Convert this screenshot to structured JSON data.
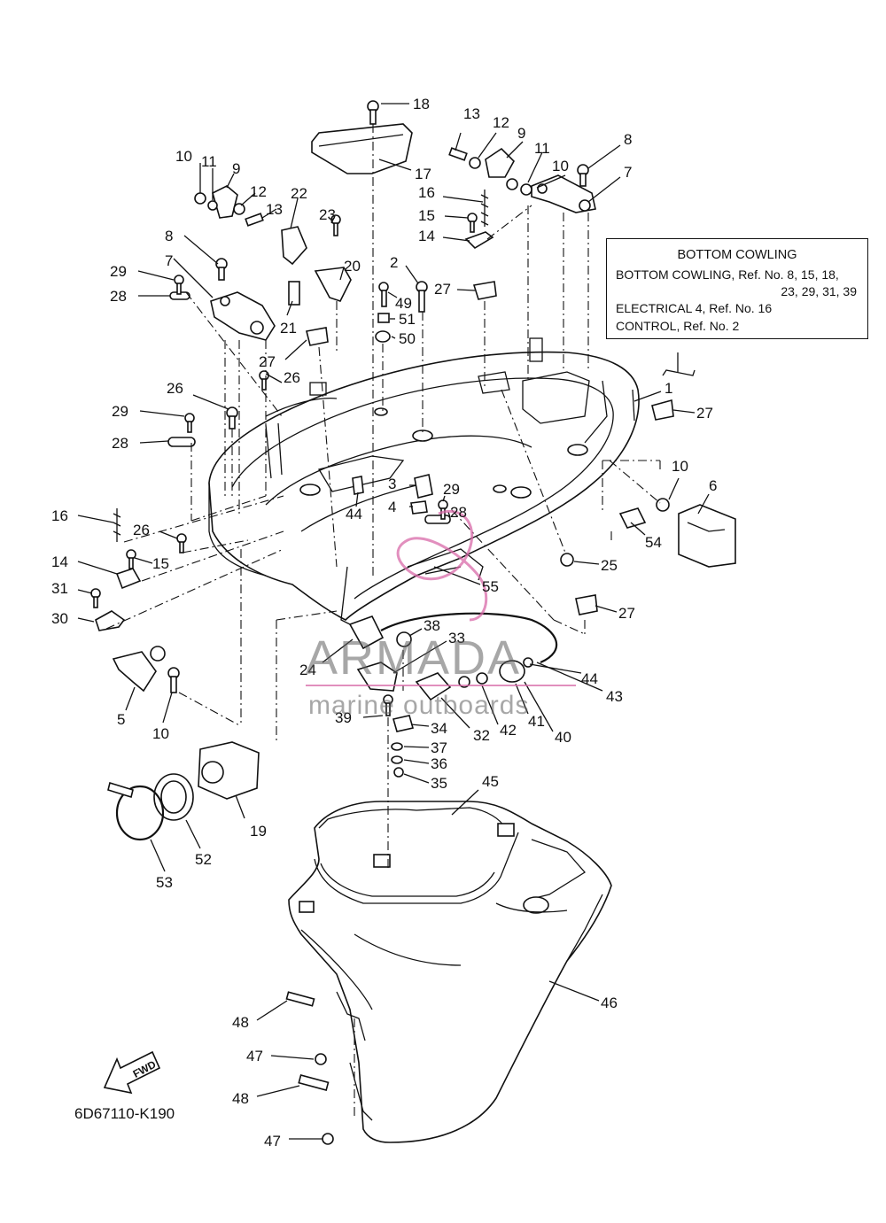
{
  "info_box": {
    "title": "BOTTOM COWLING",
    "line1": "BOTTOM COWLING,  Ref. No. 8, 15, 18,",
    "line2": "23,  29,  31,  39",
    "line3": "ELECTRICAL 4,  Ref. No. 16",
    "line4": "CONTROL,  Ref. No. 2"
  },
  "diagram_code": "6D67110-K190",
  "fwd_label": "FWD",
  "watermark": {
    "brand": "ARMADA",
    "tagline": "marine outboards"
  },
  "colors": {
    "line": "#111111",
    "watermark_gray": "#8a8a8a",
    "watermark_pink": "#d86aa8"
  },
  "part_labels": {
    "l1": "1",
    "l2": "2",
    "l3": "3",
    "l4": "4",
    "l5": "5",
    "l6": "6",
    "l7a": "7",
    "l7b": "7",
    "l8a": "8",
    "l8b": "8",
    "l9a": "9",
    "l9b": "9",
    "l10a": "10",
    "l10b": "10",
    "l10c": "10",
    "l10d": "10",
    "l11a": "11",
    "l11b": "11",
    "l12a": "12",
    "l12b": "12",
    "l13a": "13",
    "l13b": "13",
    "l14a": "14",
    "l14b": "14",
    "l15a": "15",
    "l15b": "15",
    "l16a": "16",
    "l16b": "16",
    "l17": "17",
    "l18": "18",
    "l19": "19",
    "l20": "20",
    "l21": "21",
    "l22": "22",
    "l23": "23",
    "l24": "24",
    "l25": "25",
    "l26a": "26",
    "l26b": "26",
    "l26c": "26",
    "l27a": "27",
    "l27b": "27",
    "l27c": "27",
    "l27d": "27",
    "l28a": "28",
    "l28b": "28",
    "l28c": "28",
    "l29a": "29",
    "l29b": "29",
    "l29c": "29",
    "l30": "30",
    "l31": "31",
    "l32": "32",
    "l33": "33",
    "l34": "34",
    "l35": "35",
    "l36": "36",
    "l37": "37",
    "l38": "38",
    "l39": "39",
    "l40": "40",
    "l41": "41",
    "l42": "42",
    "l43": "43",
    "l44a": "44",
    "l44b": "44",
    "l45": "45",
    "l46": "46",
    "l47a": "47",
    "l47b": "47",
    "l48a": "48",
    "l48b": "48",
    "l49": "49",
    "l50": "50",
    "l51": "51",
    "l52": "52",
    "l53": "53",
    "l54": "54",
    "l55": "55"
  }
}
